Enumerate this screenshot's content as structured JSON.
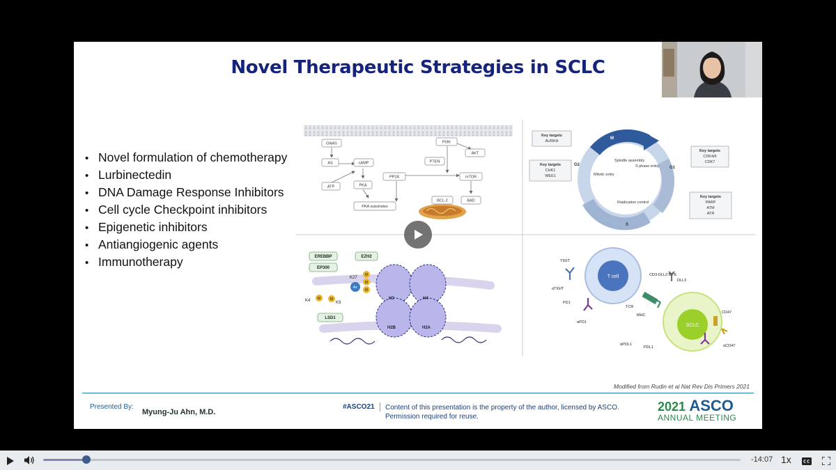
{
  "slide": {
    "title": "Novel Therapeutic Strategies in SCLC",
    "bullets": [
      "Novel formulation of chemotherapy",
      "Lurbinectedin",
      "DNA Damage Response Inhibitors",
      "Cell cycle Checkpoint inhibitors",
      "Epigenetic inhibitors",
      "Antiangiogenic agents",
      "Immunotherapy"
    ],
    "bullet_glyph": "•",
    "credit": "Modified from Rudin et al Nat Rev Dis Primers 2021",
    "footer": {
      "presented_by": "Presented By:",
      "presenter": "Myung-Ju Ahn, M.D.",
      "hashtag": "#ASCO21",
      "copyright_line1": "Content of this presentation is the property of the author, licensed by ASCO.",
      "copyright_line2": "Permission required for reuse.",
      "logo_year": "2021",
      "logo_brand": "ASCO",
      "logo_sub": "ANNUAL MEETING"
    }
  },
  "figure": {
    "signaling": {
      "nodes": [
        "GNAS",
        "AS",
        "cAMP",
        "ATP",
        "PKA",
        "PKA substrates",
        "PI3K",
        "AKT",
        "PTEN",
        "PP2A",
        "mTOR",
        "BCL-2",
        "BAD"
      ]
    },
    "cell_cycle": {
      "phases": [
        "M",
        "G1",
        "S",
        "G2"
      ],
      "inner_labels": [
        "Spindle assembly",
        "S phase entry",
        "Mitotic entry",
        "Replication control"
      ],
      "target_boxes": [
        {
          "title": "Key targets",
          "items": [
            "AURKA"
          ]
        },
        {
          "title": "Key targets",
          "items": [
            "CDK4/6",
            "CDK7"
          ]
        },
        {
          "title": "Key targets",
          "items": [
            "CHK1",
            "WEE1"
          ]
        },
        {
          "title": "Key targets",
          "items": [
            "PARP",
            "ATM",
            "ATR"
          ]
        }
      ]
    },
    "epigenetics": {
      "labels": [
        "EREBBP",
        "EP300",
        "EZH2",
        "K27",
        "Ac",
        "K4",
        "K9",
        "LSD1",
        "H3",
        "H4",
        "H2B",
        "H2A"
      ],
      "mark": "M"
    },
    "immunotherapy": {
      "labels": [
        "TIGIT",
        "αTIGIT",
        "T cell",
        "CD3-DLL3 BiTE",
        "DLL3",
        "PD1",
        "αPD1",
        "TCR",
        "MHC",
        "SCLC",
        "CD47",
        "αPDL1",
        "PDL1",
        "αCD47"
      ]
    }
  },
  "player": {
    "progress_fraction": 0.062,
    "time_remaining": "-14:07",
    "speed": "1x",
    "icons": [
      "play-icon",
      "volume-icon",
      "captions-icon",
      "fullscreen-icon"
    ],
    "colors": {
      "track": "#bfc4c9",
      "fill": "#7f86c0",
      "thumb": "#3d5a8c"
    }
  }
}
